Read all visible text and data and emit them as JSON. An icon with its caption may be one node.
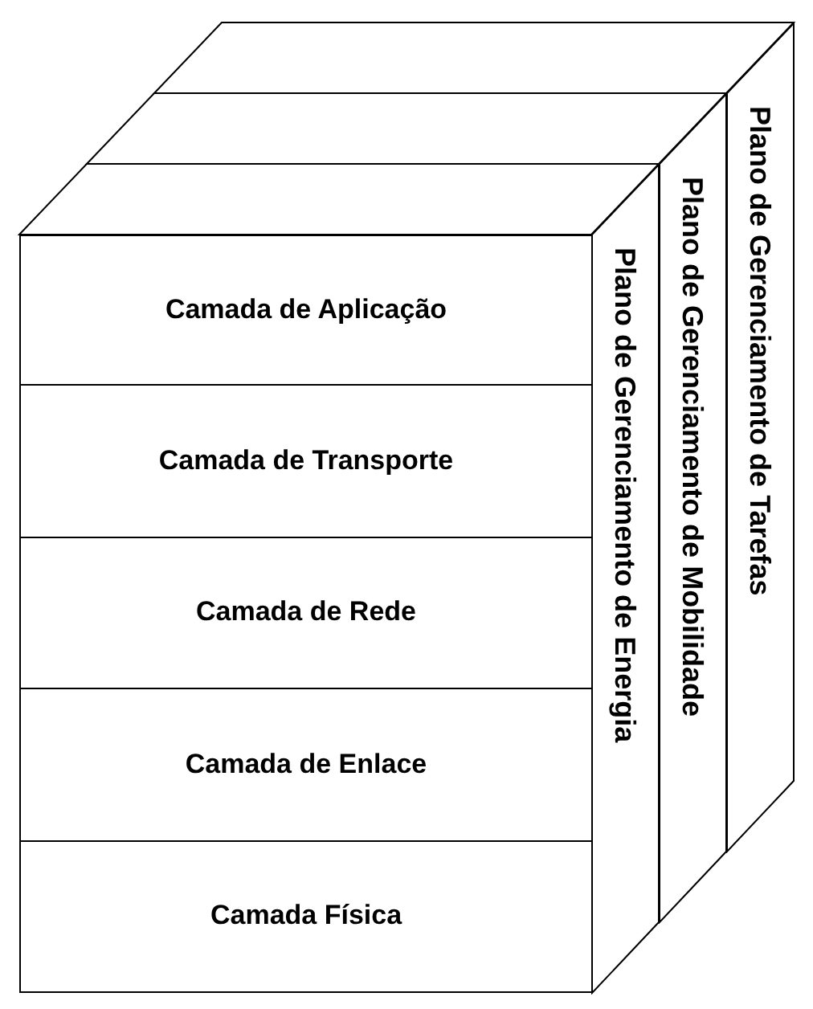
{
  "diagram": {
    "nodes": [
      {
        "text": [
          "Camada de Aplicação"
        ]
      },
      {
        "text": [
          "Camada de Transporte"
        ]
      },
      {
        "text": [
          "Camada de Rede"
        ]
      },
      {
        "text": [
          "Camada de Enlace"
        ]
      },
      {
        "text": [
          "Camada Física"
        ]
      },
      {
        "text": [
          "Plano de Gerenciamento de Energia"
        ]
      },
      {
        "text": [
          "Plano de Gerenciamento de Mobilidade"
        ]
      },
      {
        "text": [
          "Plano de Gerenciamento de Tarefas"
        ]
      }
    ]
  }
}
